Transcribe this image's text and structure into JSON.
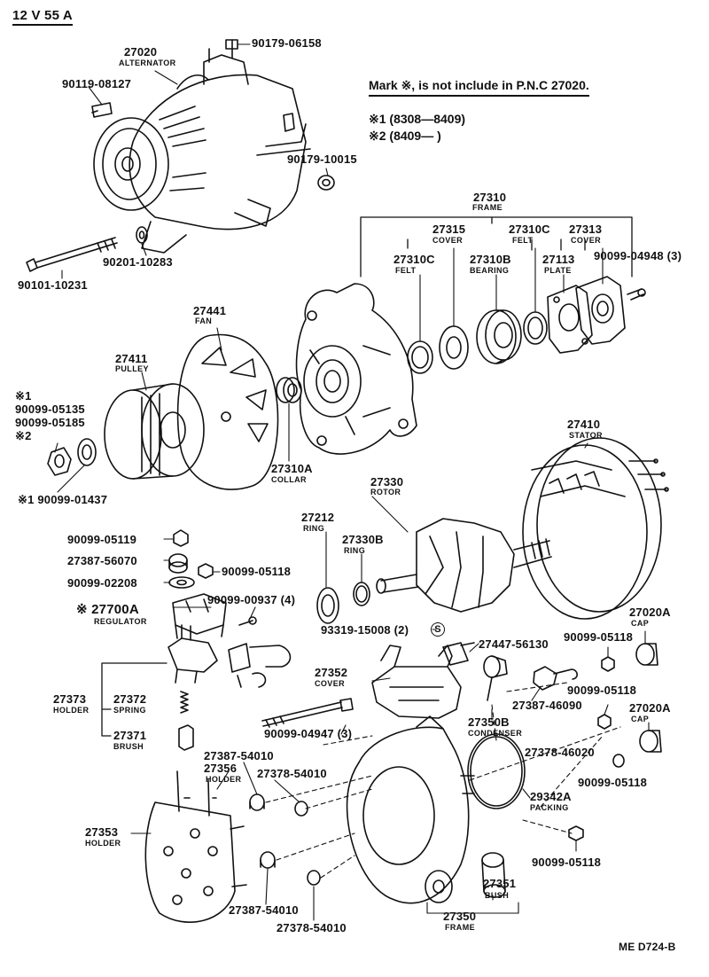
{
  "header": {
    "spec": "12 V  55 A",
    "note": "Mark ※, is not include in P.N.C 27020.",
    "range1": "※1 (8308—8409)",
    "range2": "※2 (8409—        )"
  },
  "footer": {
    "code": "ME  D724-B"
  },
  "labels": {
    "p27020": "27020",
    "alternator": "ALTERNATOR",
    "p90179_06158": "90179-06158",
    "p90119_08127": "90119-08127",
    "p90179_10015": "90179-10015",
    "p90201_10283": "90201-10283",
    "p90101_10231": "90101-10231",
    "p27310": "27310",
    "frame": "FRAME",
    "p27315": "27315",
    "cover": "COVER",
    "p27310c_a": "27310C",
    "felt": "FELT",
    "p27313": "27313",
    "p27310c_b": "27310C",
    "p27310b": "27310B",
    "bearing": "BEARING",
    "p27113": "27113",
    "plate": "PLATE",
    "p90099_04948": "90099-04948 (3)",
    "p27441": "27441",
    "fan": "FAN",
    "p27411": "27411",
    "pulley": "PULLEY",
    "mark1": "※1",
    "p90099_05135": "90099-05135",
    "p90099_05185": "90099-05185",
    "mark2": "※2",
    "p90099_01437": "※1 90099-01437",
    "p27310a": "27310A",
    "collar": "COLLAR",
    "p27410": "27410",
    "stator": "STATOR",
    "p27330": "27330",
    "rotor": "ROTOR",
    "p27212": "27212",
    "ring": "RING",
    "p27330b": "27330B",
    "p90099_05119": "90099-05119",
    "p27387_56070": "27387-56070",
    "p90099_05118_a": "90099-05118",
    "p90099_02208": "90099-02208",
    "p90099_00937": "90099-00937 (4)",
    "p27700a": "※ 27700A",
    "regulator": "REGULATOR",
    "p93319_15008": "93319-15008 (2)",
    "p27447_56130": "27447-56130",
    "p90099_05118_b": "90099-05118",
    "p27020a_a": "27020A",
    "cap": "CAP",
    "p27352": "27352",
    "p27373": "27373",
    "holder": "HOLDER",
    "p27372": "27372",
    "spring": "SPRING",
    "p27371": "27371",
    "brush": "BRUSH",
    "p90099_05118_c": "90099-05118",
    "p27387_46090": "27387-46090",
    "p27020a_b": "27020A",
    "p90099_04947": "90099-04947 (3)",
    "p27350b": "27350B",
    "condenser": "CONDENSER",
    "p27378_46020": "27378-46020",
    "p90099_05118_d": "90099-05118",
    "p27387_54010_a": "27387-54010",
    "p27356": "27356",
    "p27378_54010_a": "27378-54010",
    "p29342a": "29342A",
    "packing": "PACKING",
    "p27353": "27353",
    "p90099_05118_e": "90099-05118",
    "p27351": "27351",
    "bush": "BUSH",
    "p27387_54010_b": "27387-54010",
    "p27378_54010_b": "27378-54010",
    "p27350": "27350"
  }
}
